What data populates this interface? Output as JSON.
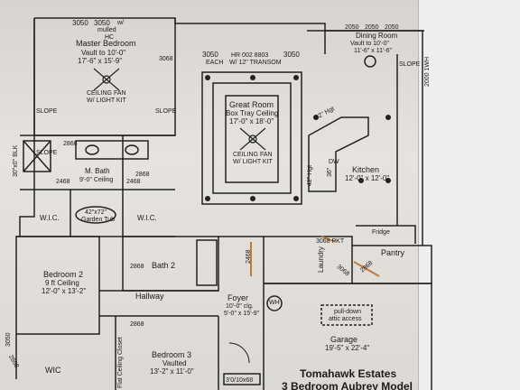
{
  "rooms": {
    "master_bedroom": {
      "name": "Master Bedroom",
      "ceiling": "Vault to 10'-0\"",
      "size": "17'-6\" x 15'-9\""
    },
    "master_fan": {
      "line1": "CEILING FAN",
      "line2": "W/ LIGHT KIT"
    },
    "great_room": {
      "name": "Great Room",
      "ceiling": "Box Tray Ceiling",
      "size": "17'-0\" x 18'-0\""
    },
    "great_fan": {
      "line1": "CEILING FAN",
      "line2": "W/ LIGHT KIT"
    },
    "dining_room": {
      "name": "Dining Room",
      "ceiling": "Vault to 10'-0\"",
      "size": "11'-6\" x 11'-6\""
    },
    "kitchen": {
      "name": "Kitchen",
      "size": "12'-0\" x 12'-0\""
    },
    "master_bath": {
      "name": "M. Bath",
      "ceiling": "9'-0\" Ceiling"
    },
    "wic_left": {
      "name": "W.I.C."
    },
    "wic_right": {
      "name": "W.I.C."
    },
    "garden_tub": {
      "size": "42\"x72\"",
      "name": "Garden Tub"
    },
    "bedroom2": {
      "name": "Bedroom 2",
      "ceiling": "9 ft Ceiling",
      "size": "12'-0\" x 13'-2\""
    },
    "bath2": {
      "name": "Bath 2"
    },
    "hallway": {
      "name": "Hallway"
    },
    "bedroom3": {
      "name": "Bedroom 3",
      "ceiling": "Vaulted",
      "size": "13'-2\" x 11'-0\""
    },
    "wic_bottom": {
      "name": "WIC"
    },
    "foyer": {
      "name": "Foyer",
      "ceiling": "10'-0\" clg.",
      "size": "5'-0\" x 15'-9\""
    },
    "wh": {
      "name": "WH"
    },
    "laundry": {
      "name": "Laundry"
    },
    "pantry": {
      "name": "Pantry"
    },
    "fridge": {
      "name": "Fridge"
    },
    "garage": {
      "name": "Garage",
      "size": "19'-5\" x 22'-4\""
    },
    "attic": {
      "line1": "pull-down",
      "line2": "attic access"
    }
  },
  "annotations": {
    "w3050_a": "3050",
    "w3050_b": "3050",
    "w_mulled": "mulled",
    "w_mulled_w": "w/",
    "w_hc": "HC",
    "d3068_master": "3068",
    "w3050_great": "3050",
    "w_each": "EACH",
    "w_hr": "HR 002 8803",
    "w_transom": "W/ 12\" TRANSOM",
    "w3050_great2": "3050",
    "w2050_a": "2050",
    "w2050_b": "2050",
    "w2050_c": "2050",
    "w2000": "2000 1WH",
    "slope_1": "SLOPE",
    "slope_2": "SLOPE",
    "slope_3": "SLOPE",
    "slope_4": "SLOPE",
    "d2868_mbath": "2868",
    "d2868_mbath2": "2868",
    "d2468_wic": "2468",
    "d2468_wic2": "2468",
    "w3050_side": "30\"x0\" BLK",
    "d2868_bath2": "2868",
    "d2868_bed3": "2868",
    "d2468_foyer": "2468",
    "d3068_pkt": "3068 PKT",
    "d3068_laundry": "3068",
    "d2868_pantry": "2868",
    "d3050_left": "3050",
    "d2868_wic": "2868",
    "closet_ceiling": "Flat Ceiling Closet",
    "front_door": "3'0/10x68",
    "counter_42_top": "42\" Hgt",
    "counter_42_side": "42\" Hgt",
    "counter_36": "36\"",
    "dw": "DW"
  },
  "title_block": {
    "line1": "Tomahawk Estates",
    "line2": "3 Bedroom Aubrey Model"
  }
}
